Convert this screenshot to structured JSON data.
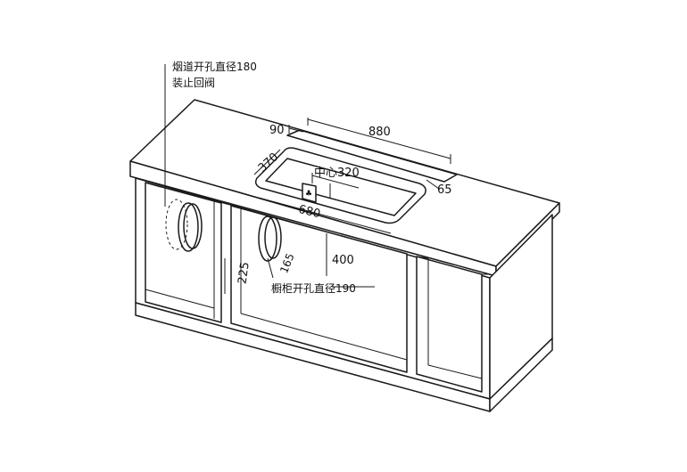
{
  "labels": {
    "flue_line1": "烟道开孔直径180",
    "flue_line2": "装止回阀",
    "cabinet_hole": "橱柜开孔直径190",
    "center": "中心320"
  },
  "dimensions": {
    "d90": "90",
    "d880": "880",
    "d370": "370",
    "d65": "65",
    "d680": "680",
    "d400": "400",
    "d225": "225",
    "d165": "165"
  }
}
